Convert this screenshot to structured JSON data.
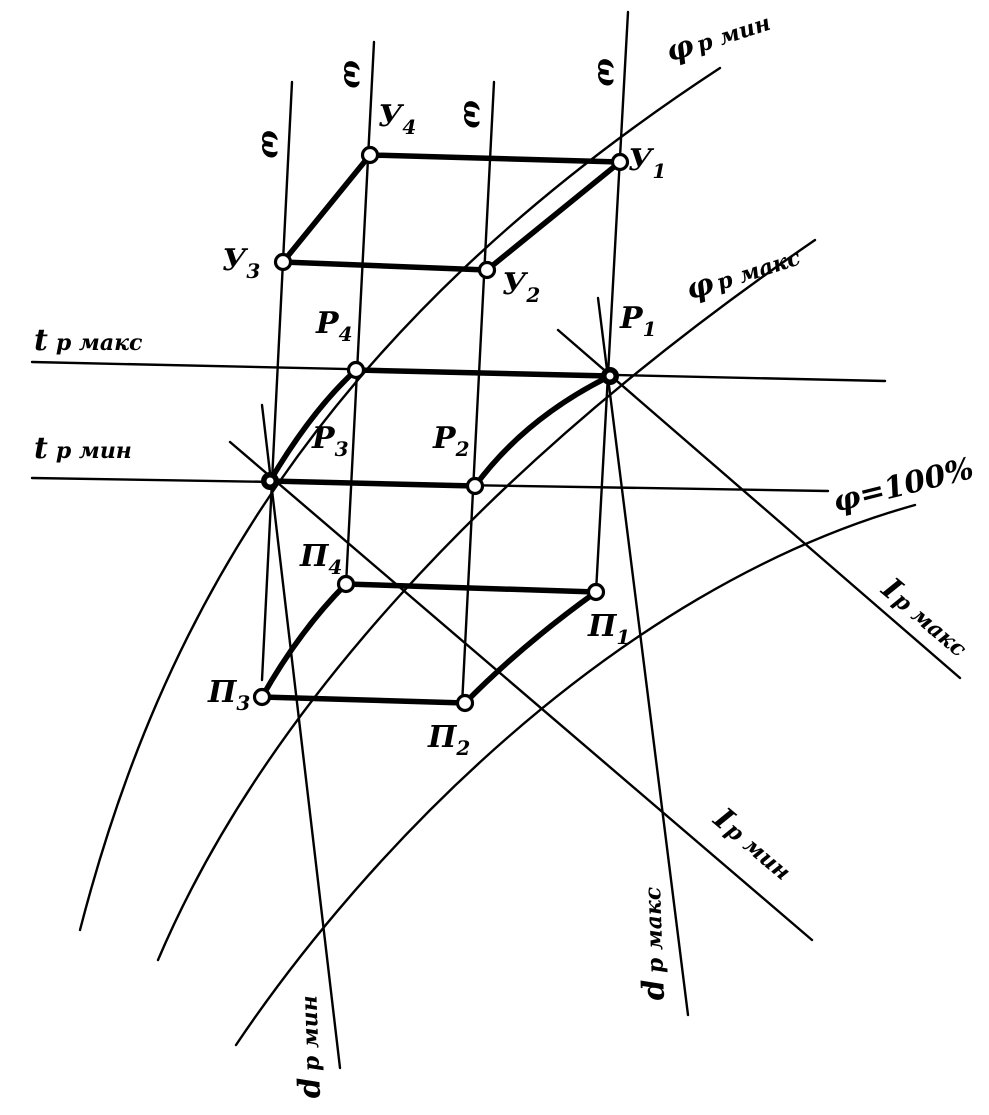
{
  "diagram": {
    "labels": {
      "omega_1": "ω",
      "omega_2": "ω",
      "omega_3": "ω",
      "omega_4": "ω",
      "phi_r_min_phi": "φ",
      "phi_r_min_sub": "р мин",
      "phi_r_max_phi": "φ",
      "phi_r_max_sub": "р макс",
      "phi_100": "φ=100%",
      "t_r_max_t": "t",
      "t_r_max_sub": "р макс",
      "t_r_min_t": "t",
      "t_r_min_sub": "р мин",
      "i_r_max_i": "I",
      "i_r_max_sub": "р макс",
      "i_r_min_i": "I",
      "i_r_min_sub": "р мин",
      "d_r_max_d": "d",
      "d_r_max_sub": "р макс",
      "d_r_min_d": "d",
      "d_r_min_sub": "р мин"
    },
    "points": {
      "y1": {
        "main": "У",
        "sub": "1"
      },
      "y2": {
        "main": "У",
        "sub": "2"
      },
      "y3": {
        "main": "У",
        "sub": "3"
      },
      "y4": {
        "main": "У",
        "sub": "4"
      },
      "p1": {
        "main": "Р",
        "sub": "1"
      },
      "p2": {
        "main": "Р",
        "sub": "2"
      },
      "p3": {
        "main": "Р",
        "sub": "3"
      },
      "p4": {
        "main": "Р",
        "sub": "4"
      },
      "n1": {
        "main": "П",
        "sub": "1"
      },
      "n2": {
        "main": "П",
        "sub": "2"
      },
      "n3": {
        "main": "П",
        "sub": "3"
      },
      "n4": {
        "main": "П",
        "sub": "4"
      }
    }
  }
}
